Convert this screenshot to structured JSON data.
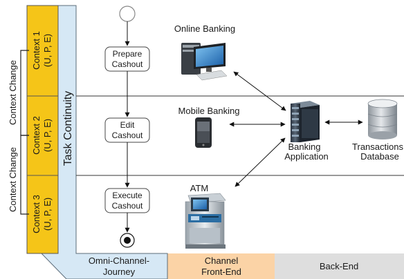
{
  "contexts": [
    {
      "name": "Context 1",
      "params": "(U, P, E)"
    },
    {
      "name": "Context 2",
      "params": "(U, P, E)"
    },
    {
      "name": "Context 3",
      "params": "(U, P, E)"
    }
  ],
  "context_change_label": "Context Change",
  "task_continuity_label": "Task Continuity",
  "activities": [
    {
      "line1": "Prepare",
      "line2": "Cashout"
    },
    {
      "line1": "Edit",
      "line2": "Cashout"
    },
    {
      "line1": "Execute",
      "line2": "Cashout"
    }
  ],
  "devices": {
    "online_banking": "Online Banking",
    "mobile_banking": "Mobile Banking",
    "atm": "ATM"
  },
  "servers": {
    "banking_app_line1": "Banking",
    "banking_app_line2": "Application",
    "db_line1": "Transactions",
    "db_line2": "Database"
  },
  "bottom_bar": {
    "omni_line1": "Omni-Channel-",
    "omni_line2": "Journey",
    "channel_line1": "Channel",
    "channel_line2": "Front-End",
    "backend": "Back-End"
  },
  "colors": {
    "context_fill": "#f5c518",
    "continuity_fill": "#d6e8f5",
    "channel_fill": "#fbd3a6",
    "backend_fill": "#dedede"
  }
}
